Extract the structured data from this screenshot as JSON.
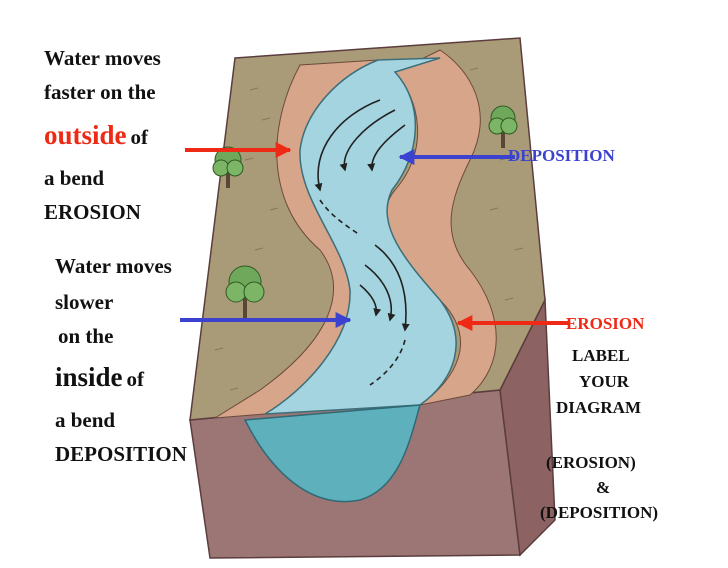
{
  "colors": {
    "ground_top": "#a99b78",
    "ground_front": "#9c7575",
    "ground_side": "#8c6262",
    "bank": "#d7a58a",
    "water": "#a4d4e0",
    "water_front": "#5fb0bd",
    "tree": "#6fa85a",
    "arrow_red": "#ee2a16",
    "arrow_blue": "#3b42d0",
    "text_red": "#ee2a16",
    "text_blue": "#3b42d0"
  },
  "left_top": {
    "line1": "Water moves",
    "line2": "faster on the",
    "outside_word": "outside",
    "of_word": "of",
    "line4": "a bend",
    "line5": "EROSION"
  },
  "left_bottom": {
    "line1": "Water moves",
    "line2": "slower",
    "line3": "on the",
    "inside_word": "inside",
    "of_word": "of",
    "line5": "a bend",
    "line6": "DEPOSITION"
  },
  "right_labels": {
    "deposition_top": "DEPOSITION",
    "erosion_mid": "EROSION"
  },
  "instructions": {
    "line1": "LABEL",
    "line2": "YOUR",
    "line3": "DIAGRAM",
    "line4": "(EROSION)",
    "line5": "&",
    "line6": "(DEPOSITION)"
  }
}
